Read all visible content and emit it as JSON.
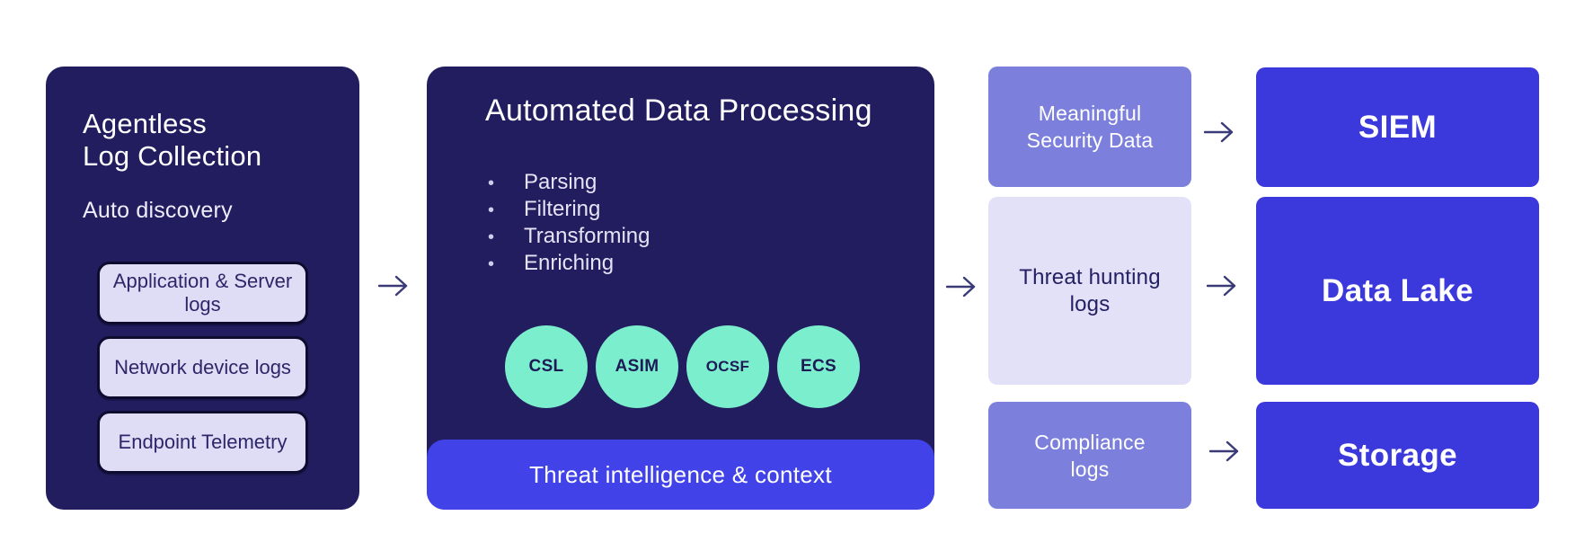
{
  "diagram": {
    "left_box": {
      "title": "Agentless\nLog Collection",
      "subtitle": "Auto discovery",
      "chips": [
        "Application & Server\nlogs",
        "Network device logs",
        "Endpoint Telemetry"
      ]
    },
    "middle_box": {
      "title": "Automated Data Processing",
      "bullets": [
        "Parsing",
        "Filtering",
        "Transforming",
        "Enriching"
      ],
      "badges": [
        "CSL",
        "ASIM",
        "OCSF",
        "ECS"
      ],
      "bar_label": "Threat intelligence & context"
    },
    "outputs": [
      "Meaningful\nSecurity Data",
      "Threat hunting\nlogs",
      "Compliance\nlogs"
    ],
    "destinations": [
      "SIEM",
      "Data Lake",
      "Storage"
    ]
  },
  "colors": {
    "panel_navy": "#211D5E",
    "bar_blue": "#4143E9",
    "destination_blue": "#3B39DC",
    "badge_mint": "#7BEECE",
    "output_purple": "#7C80DC",
    "output_lavender": "#E3E1F8",
    "chip_background": "#DFDCF6",
    "chip_border": "#0D0B2E",
    "dark_text": "#2B2768",
    "arrow": "#3A3A78"
  }
}
